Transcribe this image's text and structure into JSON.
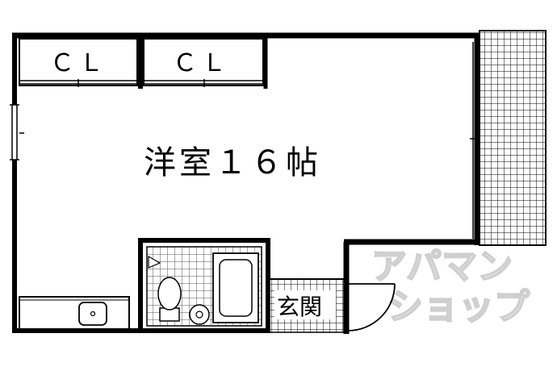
{
  "rooms": {
    "closet_left": "ＣＬ",
    "closet_right": "ＣＬ",
    "main_room": "洋室１６帖",
    "entrance": "玄関"
  },
  "watermark": {
    "line1": "アパマン",
    "line2": "ショップ"
  }
}
